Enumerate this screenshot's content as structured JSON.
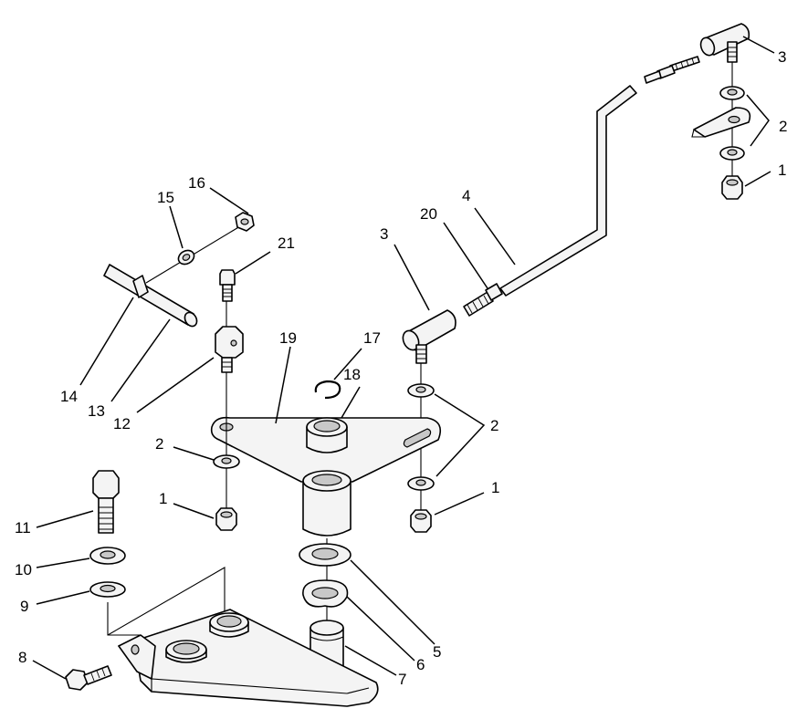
{
  "callouts": [
    {
      "id": "c3-top",
      "text": "3"
    },
    {
      "id": "c2-top",
      "text": "2"
    },
    {
      "id": "c1-top",
      "text": "1"
    },
    {
      "id": "c4",
      "text": "4"
    },
    {
      "id": "c20",
      "text": "20"
    },
    {
      "id": "c3-mid",
      "text": "3"
    },
    {
      "id": "c16",
      "text": "16"
    },
    {
      "id": "c15",
      "text": "15"
    },
    {
      "id": "c21",
      "text": "21"
    },
    {
      "id": "c19",
      "text": "19"
    },
    {
      "id": "c17",
      "text": "17"
    },
    {
      "id": "c18",
      "text": "18"
    },
    {
      "id": "c2-right",
      "text": "2"
    },
    {
      "id": "c14",
      "text": "14"
    },
    {
      "id": "c13",
      "text": "13"
    },
    {
      "id": "c12",
      "text": "12"
    },
    {
      "id": "c2-left",
      "text": "2"
    },
    {
      "id": "c1-left",
      "text": "1"
    },
    {
      "id": "c1-right",
      "text": "1"
    },
    {
      "id": "c11",
      "text": "11"
    },
    {
      "id": "c10",
      "text": "10"
    },
    {
      "id": "c9",
      "text": "9"
    },
    {
      "id": "c8",
      "text": "8"
    },
    {
      "id": "c5",
      "text": "5"
    },
    {
      "id": "c6",
      "text": "6"
    },
    {
      "id": "c7",
      "text": "7"
    }
  ]
}
